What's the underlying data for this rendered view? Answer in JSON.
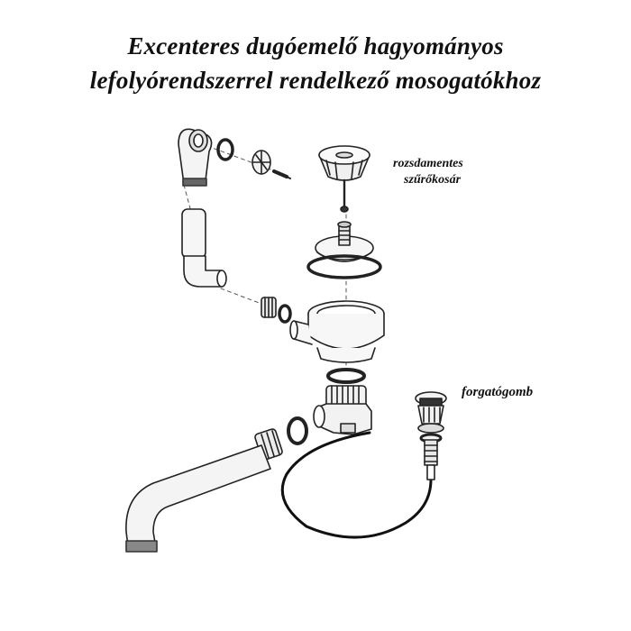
{
  "title": {
    "line1": "Excenteres dugóemelő hagyományos",
    "line2": "lefolyórendszerrel rendelkező mosogatókhoz"
  },
  "labels": {
    "strainer_line1": "rozsdamentes",
    "strainer_line2": "szűrőkosár",
    "knob": "forgatógomb"
  }
}
